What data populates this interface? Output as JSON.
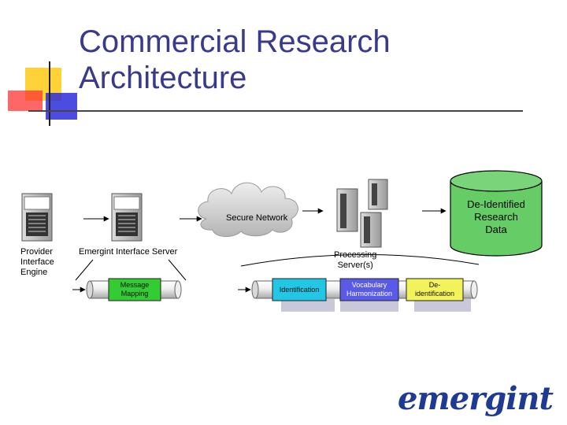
{
  "title": {
    "line1": "Commercial Research",
    "line2": "Architecture"
  },
  "labels": {
    "provider": [
      "Provider",
      "Interface",
      "Engine"
    ],
    "emergint_server": "Emergint Interface Server",
    "secure_network": "Secure Network",
    "processing": [
      "Processing",
      "Server(s)"
    ],
    "database": [
      "De-Identified",
      "Research",
      "Data"
    ]
  },
  "pipes": {
    "message_mapping": [
      "Message",
      "Mapping"
    ],
    "identification": "Identification",
    "vocabulary": [
      "Vocabulary",
      "Harmonization"
    ],
    "deidentification": [
      "De-",
      "identification"
    ]
  },
  "logo": "emergint",
  "colors": {
    "title": "#3a3a8c",
    "message_mapping": "#33cc33",
    "identification": "#22c7e6",
    "vocabulary": "#5a5ae8",
    "deidentification": "#f2f25a",
    "database": "#66cc66",
    "logo": "#1f3a93"
  }
}
